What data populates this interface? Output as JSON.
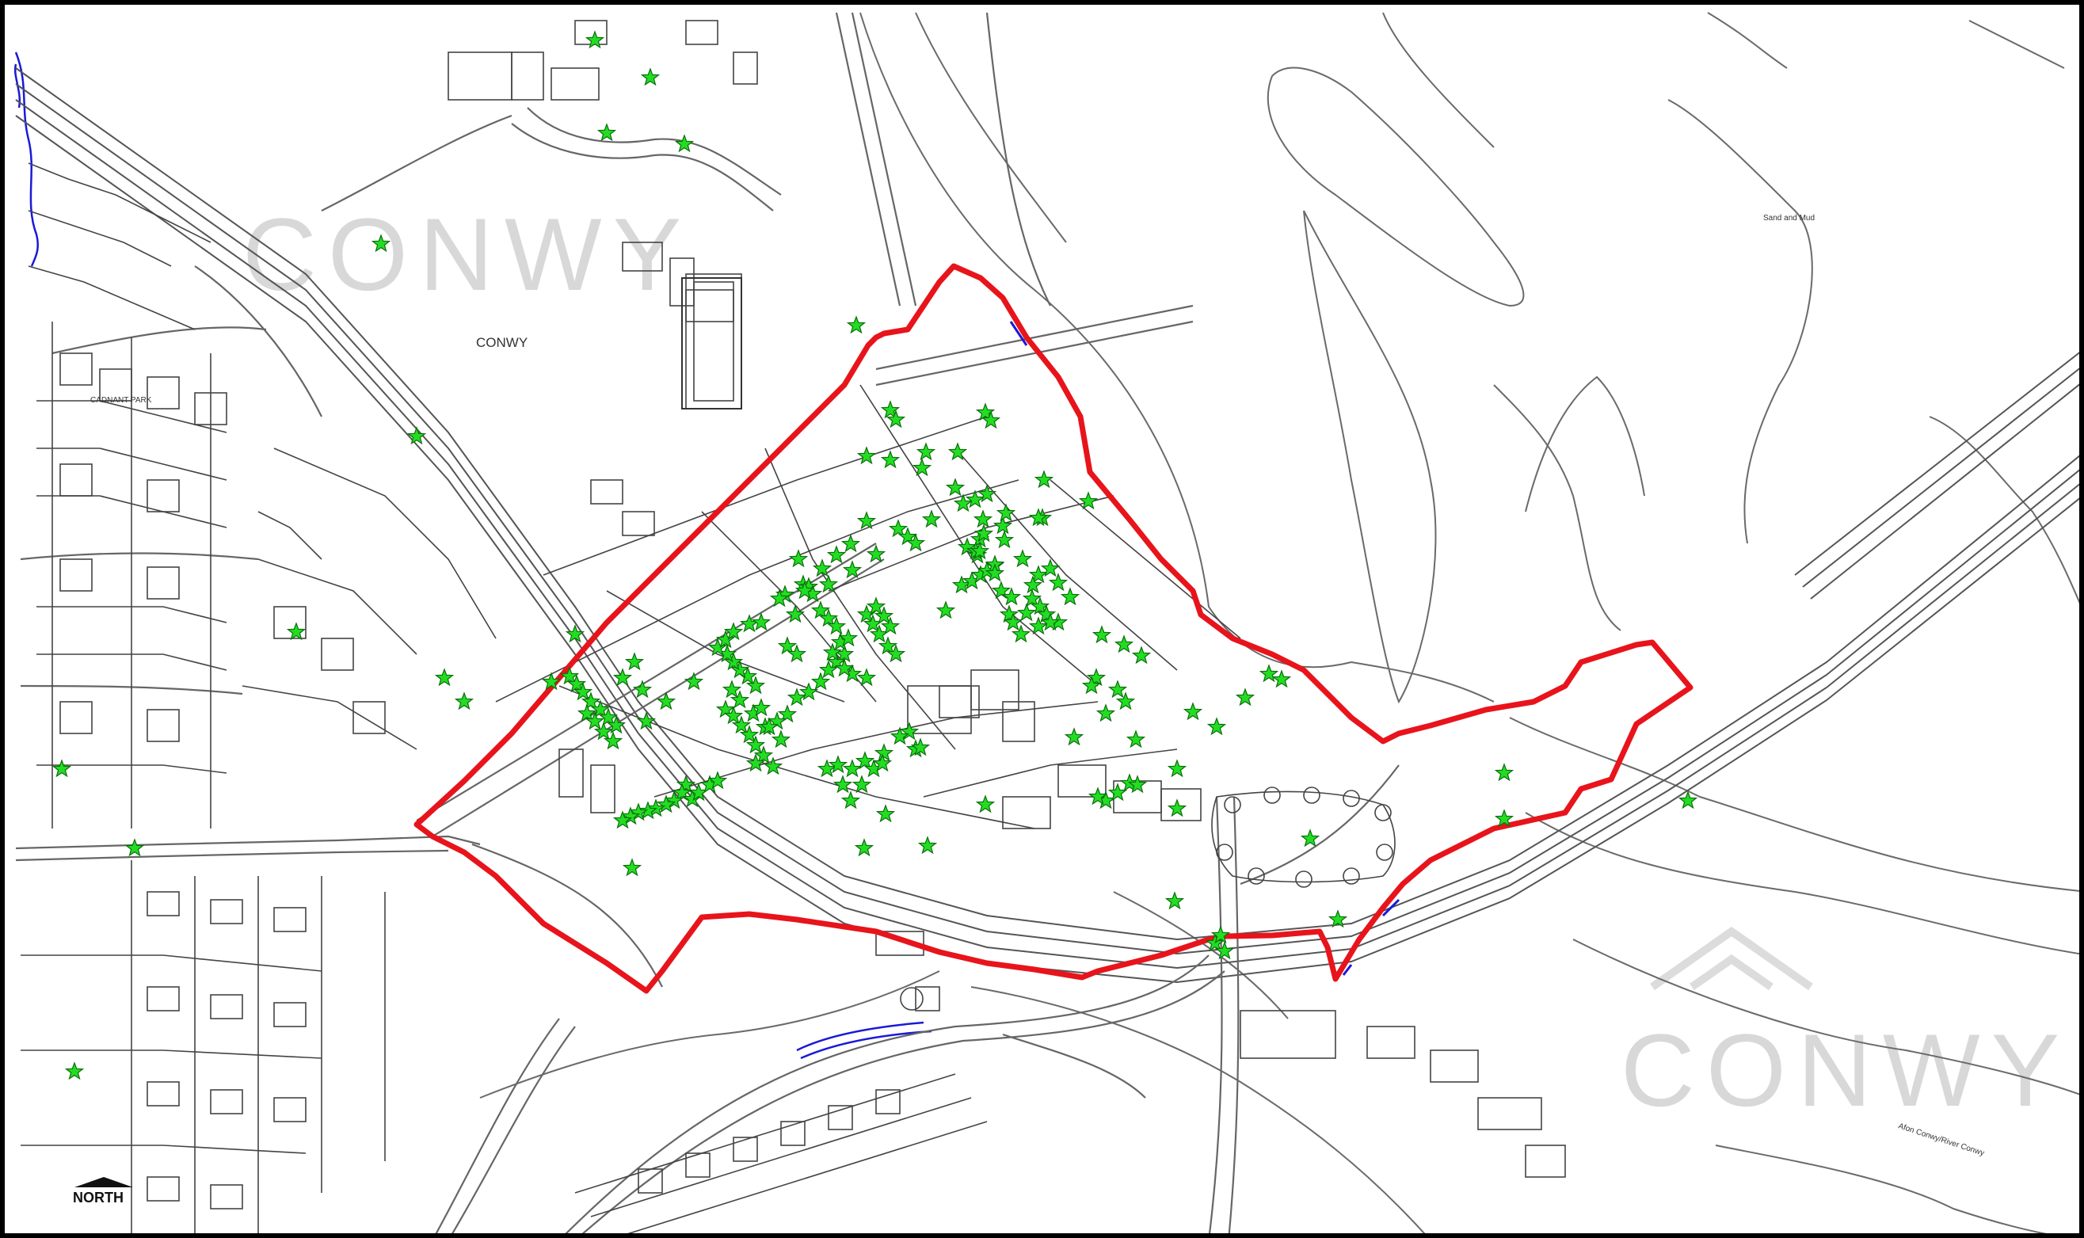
{
  "map": {
    "labels": {
      "town": "CONWY",
      "park": "CADNANT PARK",
      "sand": "Sand and Mud",
      "estuary": "Afon Conwy/River Conwy",
      "north": "NORTH",
      "watermark_1": "CONWY",
      "watermark_2": "CONWY"
    },
    "colors": {
      "boundary": "#e8141b",
      "marker_fill": "#22dd22",
      "marker_stroke": "#0b6e0b",
      "linework": "#5a5a5a",
      "river": "#1a1ad8"
    },
    "marker_count": 230
  }
}
